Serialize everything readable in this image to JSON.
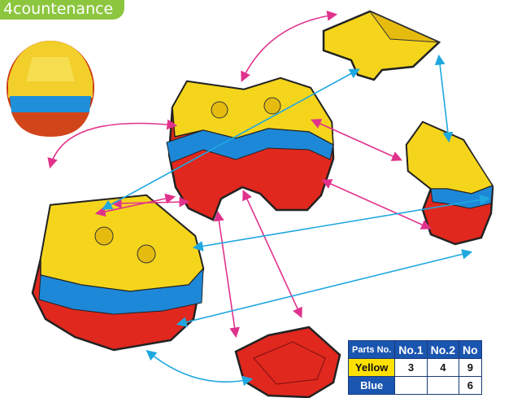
{
  "title": "4countenance",
  "colors": {
    "yellow": "#f4d51c",
    "blue": "#1e88d8",
    "red": "#e0281e",
    "pink_arrow": "#e0328c",
    "cyan_arrow": "#1ea8e0",
    "tab": "#8cc63f"
  },
  "table": {
    "header": [
      "Parts No.",
      "No.1",
      "No.2",
      "No"
    ],
    "rows": [
      {
        "label": "Yellow",
        "values": [
          "3",
          "4",
          "9"
        ]
      },
      {
        "label": "Blue",
        "values": [
          "",
          "",
          "6"
        ]
      }
    ]
  }
}
